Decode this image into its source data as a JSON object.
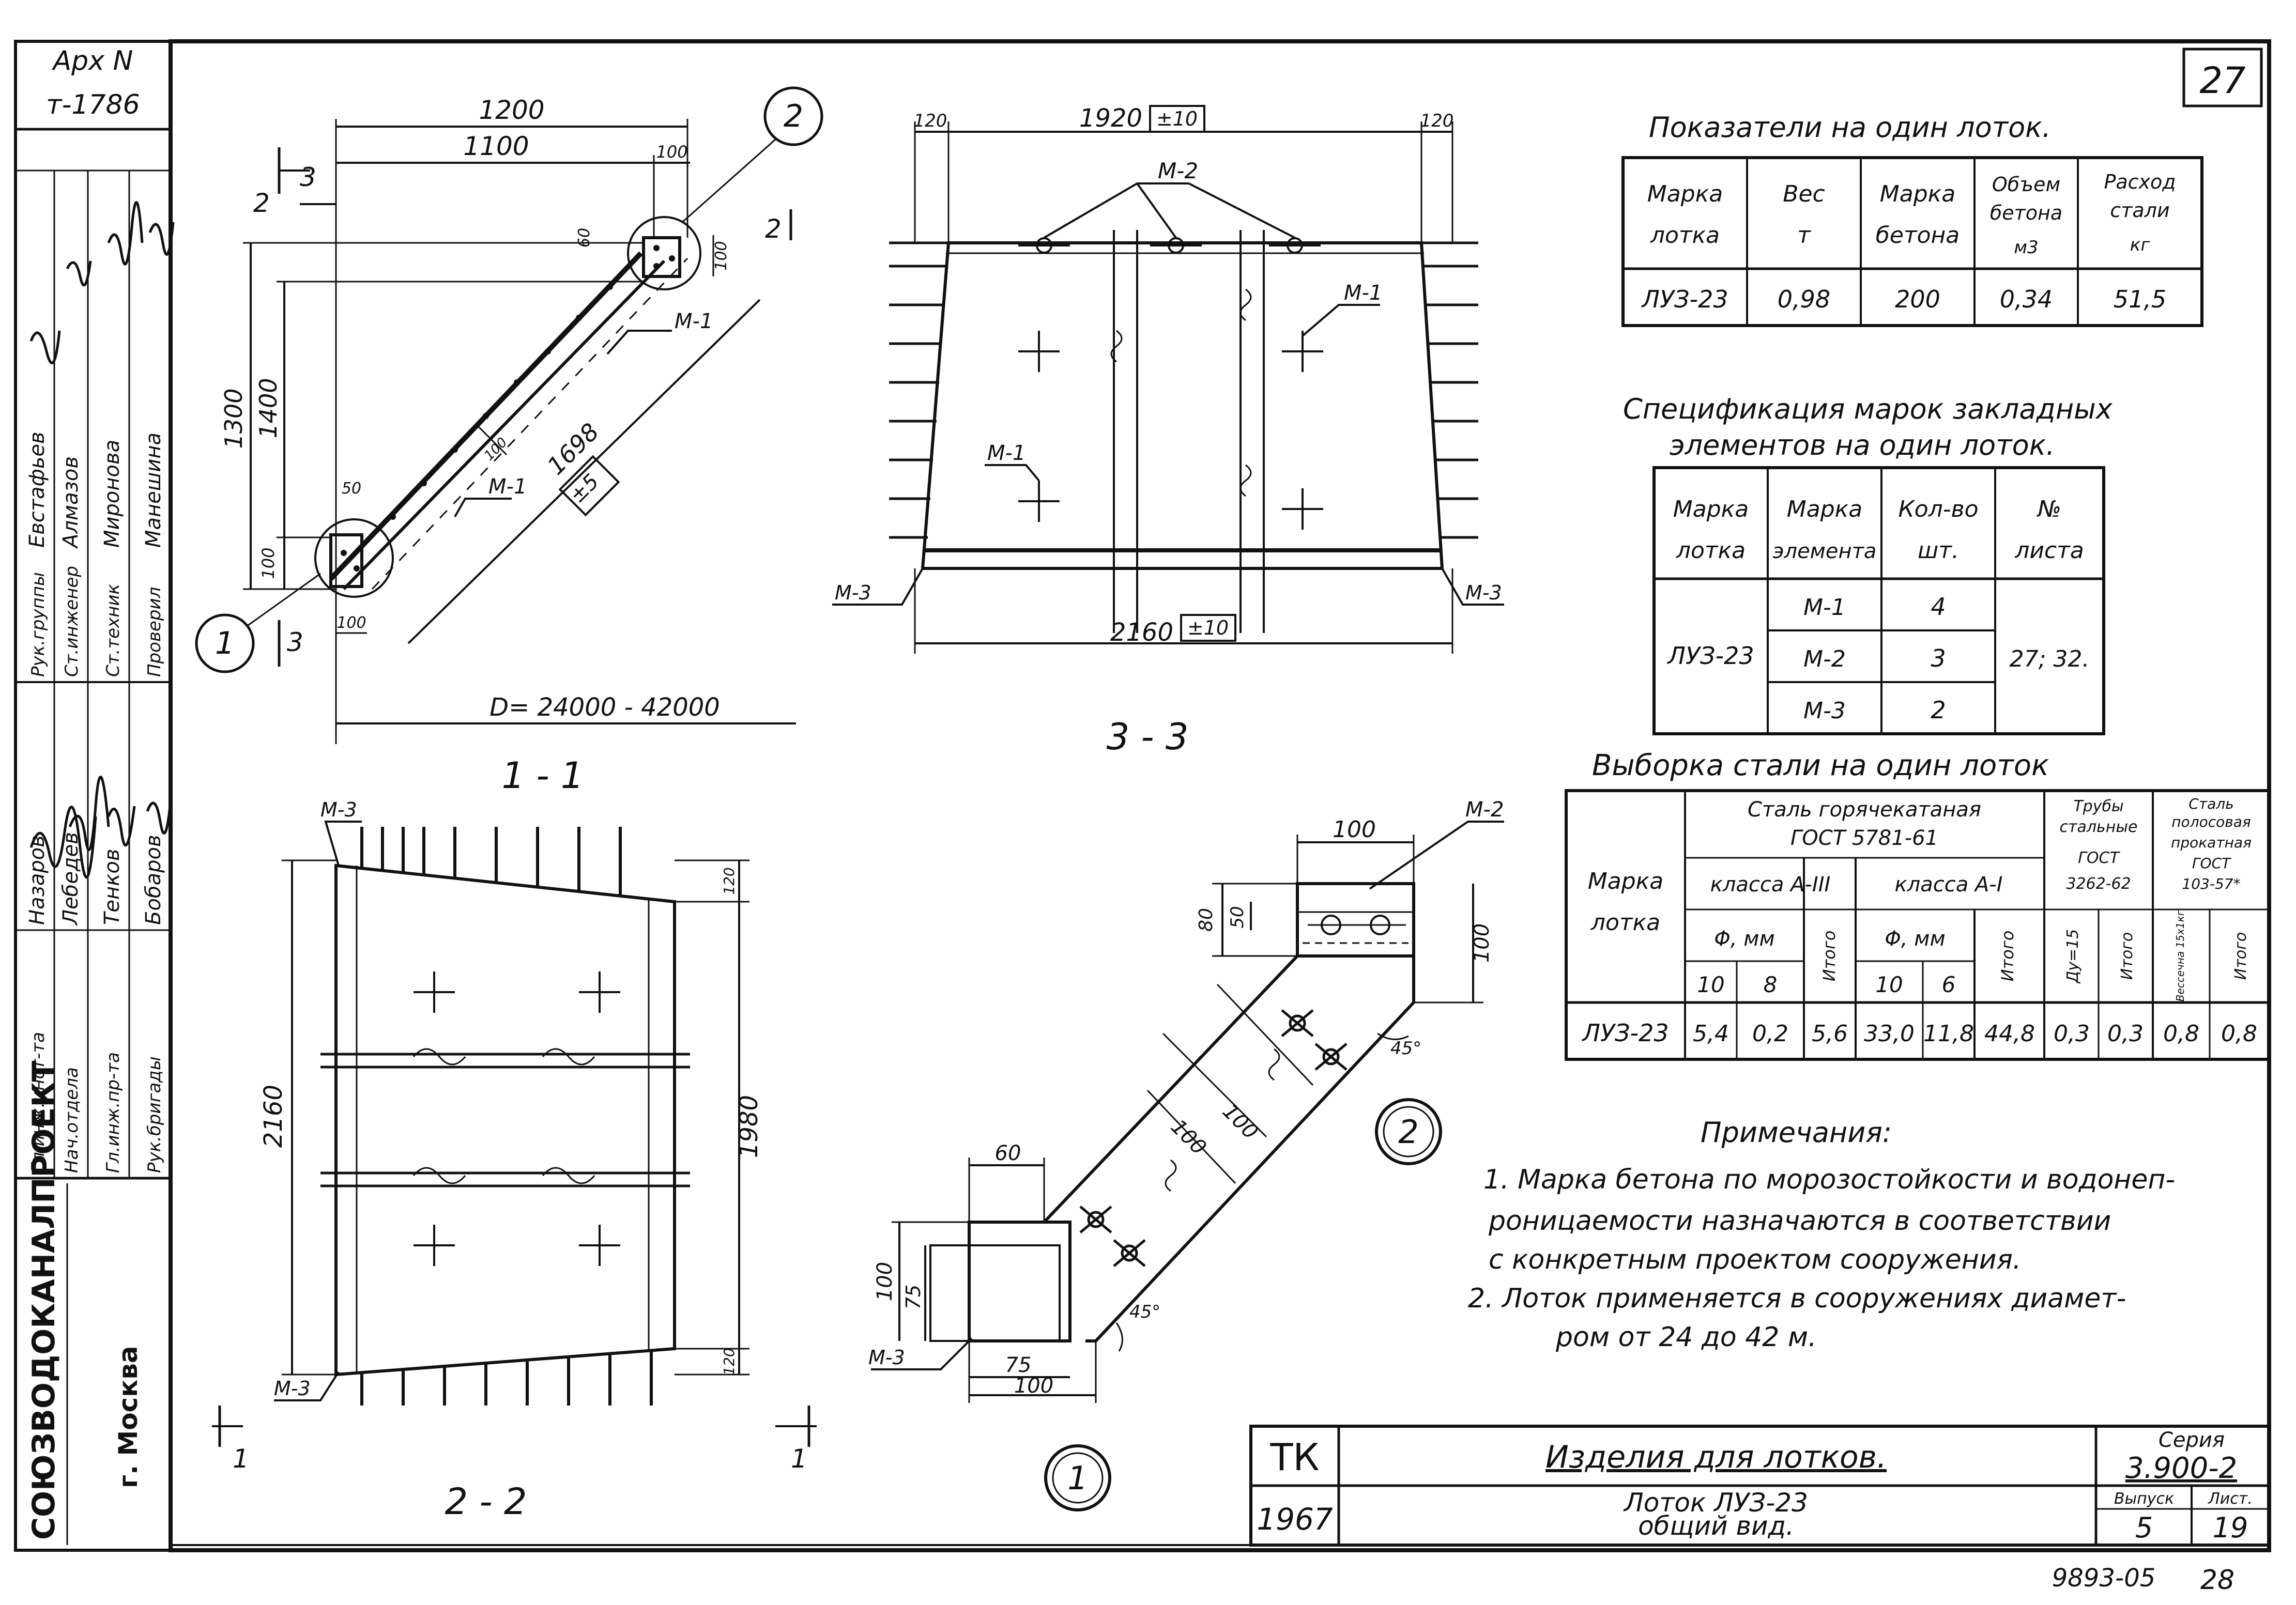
{
  "corner": {
    "arch_no": "Арх N",
    "archive_code": "т-1786",
    "sheet_no": "27"
  },
  "org": {
    "name": "СОЮЗВОДОКАНАЛПРОЕКТ",
    "city": "г. Москва"
  },
  "signatures": [
    {
      "role": "Гл.инж.инст-та",
      "name": "Назаров"
    },
    {
      "role": "Нач.отдела",
      "name": "Лебедев"
    },
    {
      "role": "Гл.инж.пр-та",
      "name": "Тенков"
    },
    {
      "role": "Рук.бригады",
      "name": "Бобаров"
    },
    {
      "role": "Рук.группы",
      "name": "Евстафьев"
    },
    {
      "role": "Ст.инженер",
      "name": "Алмазов"
    },
    {
      "role": "Ст.техник",
      "name": "Миронова"
    },
    {
      "role": "Проверил",
      "name": "Манешина"
    }
  ],
  "sections": {
    "s11": "1 - 1",
    "s22": "2 - 2",
    "s33": "3 - 3"
  },
  "dims": {
    "d1200": "1200",
    "d1100": "1100",
    "d100": "100",
    "d60": "60",
    "d1300": "1300",
    "d1400": "1400",
    "d1698": "1698",
    "d5": "±5",
    "d50": "50",
    "dD": "D= 24000 - 42000",
    "d120": "120",
    "d1920": "1920",
    "d10": "±10",
    "d2160": "2160",
    "d1980": "1980",
    "d75": "75",
    "d45": "45°",
    "d80": "80",
    "mark2": "2",
    "mark3": "3"
  },
  "labels": {
    "m1": "М-1",
    "m2": "М-2",
    "m3": "М-3",
    "call1": "1",
    "call2": "2"
  },
  "indicators": {
    "title": "Показатели на один лоток.",
    "headers": [
      [
        "Марка",
        "лотка"
      ],
      [
        "Вес",
        "т"
      ],
      [
        "Марка",
        "бетона"
      ],
      [
        "Объем",
        "бетона",
        "м3"
      ],
      [
        "Расход",
        "стали",
        "кг"
      ]
    ],
    "row": [
      "ЛУЗ-23",
      "0,98",
      "200",
      "0,34",
      "51,5"
    ]
  },
  "spec": {
    "title1": "Спецификация марок закладных",
    "title2": "элементов на один лоток.",
    "headers": [
      [
        "Марка",
        "лотка"
      ],
      [
        "Марка",
        "элемента"
      ],
      [
        "Кол-во",
        "шт."
      ],
      [
        "№",
        "листа"
      ]
    ],
    "mark": "ЛУЗ-23",
    "rows": [
      [
        "М-1",
        "4"
      ],
      [
        "М-2",
        "3"
      ],
      [
        "М-3",
        "2"
      ]
    ],
    "sheets": "27; 32."
  },
  "steel": {
    "title": "Выборка стали на один лоток",
    "h_mark": [
      "Марка",
      "лотка"
    ],
    "h_hot": [
      "Сталь горячекатаная",
      "ГОСТ 5781-61"
    ],
    "h_pipe": [
      "Трубы",
      "стальные",
      "ГОСТ",
      "3262-62"
    ],
    "h_strip": [
      "Сталь",
      "полосовая",
      "прокатная",
      "ГОСТ",
      "103-57*"
    ],
    "h_a3": "класса А-III",
    "h_a1": "класса А-I",
    "h_phi": "Φ, мм",
    "h_total": "Итого",
    "h_du": "Ду=15",
    "h_strip_size": "Вессечна 15х1кг",
    "d10": "10",
    "d8": "8",
    "d6": "6",
    "row": [
      "ЛУЗ-23",
      "5,4",
      "0,2",
      "5,6",
      "33,0",
      "11,8",
      "44,8",
      "0,3",
      "0,3",
      "0,8",
      "0,8"
    ]
  },
  "notes": {
    "title": "Примечания:",
    "lines": [
      "1. Марка бетона по морозостойкости и водонеп-",
      "роницаемости назначаются в соответствии",
      "с конкретным проектом сооружения.",
      "2. Лоток применяется в сооружениях диамет-",
      "ром от 24 до 42 м."
    ]
  },
  "title_block": {
    "tk": "ТК",
    "year": "1967",
    "name": "Изделия для лотков.",
    "sub1": "Лоток ЛУЗ-23",
    "sub2": "общий вид.",
    "series_label": "Серия",
    "series": "3.900-2",
    "issue_label": "Выпуск",
    "issue": "5",
    "sheet_label": "Лист.",
    "sheet": "19"
  },
  "footer": {
    "code": "9893-05",
    "page": "28"
  }
}
